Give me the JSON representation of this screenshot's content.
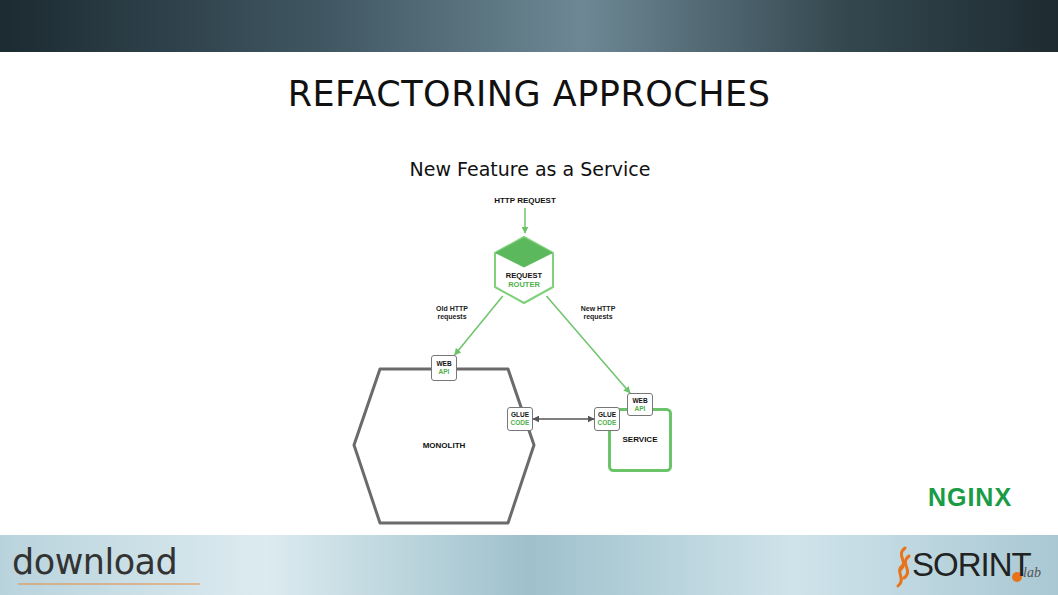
{
  "diagram": {
    "title": "REFACTORING APPROCHES",
    "nodes": [
      {
        "text": [
          "REQUEST",
          "ROUTER"
        ]
      },
      {
        "text": [
          "MONOLITH"
        ]
      },
      {
        "text": [
          "WEB",
          "API"
        ],
        "in": 1
      },
      {
        "text": [
          "GLUE",
          "CODE"
        ],
        "in": 1
      },
      {
        "text": [
          "SERVICE"
        ]
      },
      {
        "text": [
          "GLUE",
          "CODE"
        ],
        "in": 4
      },
      {
        "text": [
          "WEB",
          "API"
        ],
        "in": 4
      }
    ],
    "edges": [
      {
        "from": 0,
        "to": 2,
        "label": "Old HTTP requests",
        "arrow": "to"
      },
      {
        "from": 0,
        "to": 6,
        "label": "New HTTP requests",
        "arrow": "to"
      },
      {
        "from": 3,
        "to": 5,
        "arrow": "both"
      }
    ],
    "labels": [
      "New Feature as a Service",
      "HTTP REQUEST",
      "NGINX",
      "download",
      "SORINT",
      "lab"
    ]
  }
}
